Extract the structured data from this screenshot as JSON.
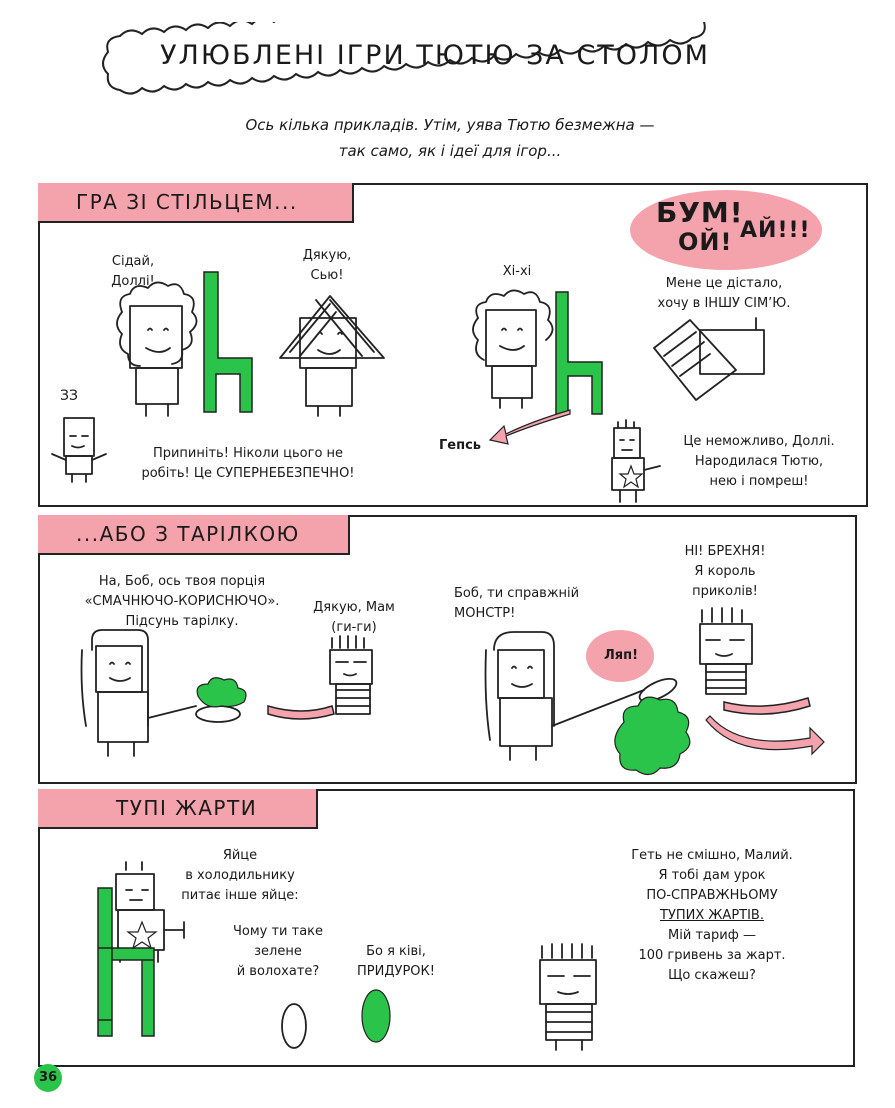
{
  "title": "УЛЮБЛЕНІ ІГРИ ТЮТЮ ЗА СТОЛОМ",
  "subtitle": {
    "line1": "Ось кілька прикладів. Утім, уява Тютю безмежна —",
    "line2": "так само, як і ідеї для ігор..."
  },
  "panel1": {
    "label": "ГРА ЗІ СТІЛЬЦЕМ...",
    "sit": {
      "l1": "Сідай,",
      "l2": "Доллі!"
    },
    "thanks": {
      "l1": "Дякую,",
      "l2": "Сью!"
    },
    "stop": {
      "l1": "Припиніть! Ніколи цього не",
      "l2": "робіть! Це СУПЕРНЕБЕЗПЕЧНО!"
    },
    "zzz": "ЗЗ",
    "hihi": "Хі-хі",
    "geps": "Гепсь",
    "bum": "БУМ!",
    "oy": "ОЙ!",
    "ay": "АЙ!!!",
    "fedup": {
      "l1": "Мене це дістало,",
      "l2": "хочу в ІНШУ СІМ’Ю."
    },
    "impossible": {
      "l1": "Це неможливо, Доллі.",
      "l2": "Народилася Тютю,",
      "l3": "нею і помреш!"
    }
  },
  "panel2": {
    "label": "...АБО З ТАРІЛКОЮ",
    "portion": {
      "l1": "На, Боб, ось твоя порція",
      "l2": "«СМАЧНЮЧО-КОРИСНЮЧО».",
      "l3": "Підсунь тарілку."
    },
    "thanksmom": {
      "l1": "Дякую, Мам",
      "l2": "(ги-ги)"
    },
    "monster": {
      "l1": "Боб, ти справжній",
      "l2": "МОНСТР!"
    },
    "lie": {
      "l1": "НІ! БРЕХНЯ!",
      "l2": "Я король",
      "l3": "приколів!"
    },
    "splat": "Ляп!"
  },
  "panel3": {
    "label": "ТУПІ ЖАРТИ",
    "egg": {
      "l1": "Яйце",
      "l2": "в холодильнику",
      "l3": "питає інше яйце:"
    },
    "green": {
      "l1": "Чому ти таке",
      "l2": "зелене",
      "l3": "й волохате?"
    },
    "kiwi": {
      "l1": "Бо я ківі,",
      "l2": "ПРИДУРОК!"
    },
    "notfunny": {
      "l1": "Геть не смішно, Малий.",
      "l2": "Я тобі дам урок",
      "l3": "ПО-СПРАВЖНЬОМУ",
      "l4": "ТУПИХ ЖАРТІВ.",
      "l5": "Мій тариф —",
      "l6": "100 гривень за жарт.",
      "l7": "Що скажеш?"
    }
  },
  "page_number": "36",
  "colors": {
    "pink": "#f4a3ad",
    "green": "#2bc44a",
    "ink": "#1a1a1a"
  }
}
